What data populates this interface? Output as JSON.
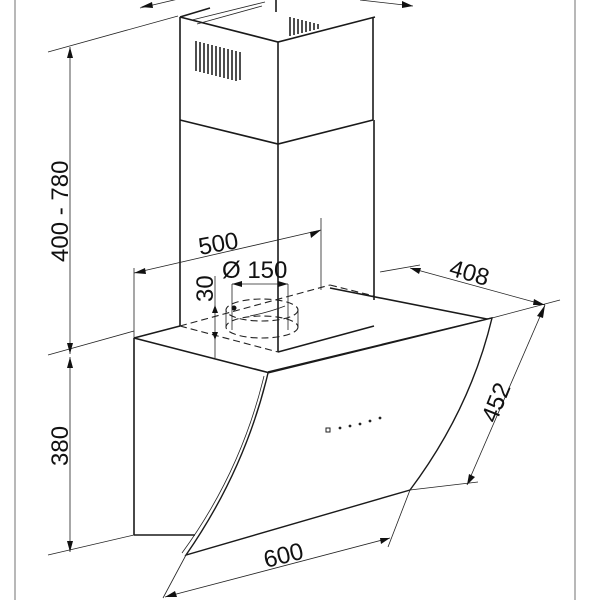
{
  "diagram": {
    "subject": "wall-mounted angled glass cooker hood with telescopic chimney",
    "units": "mm",
    "line_color": "#1a1a1a",
    "background": "#ffffff",
    "frame_color": "#9a9a9a",
    "dimensions": {
      "chimney_height": "400 - 780",
      "body_height": "380",
      "duct_offset": "30",
      "duct_diameter": "Ø 150",
      "chimney_width": "500",
      "depth": "408",
      "glass_height": "452",
      "width": "600"
    },
    "control_panel": {
      "buttons": 5
    }
  }
}
